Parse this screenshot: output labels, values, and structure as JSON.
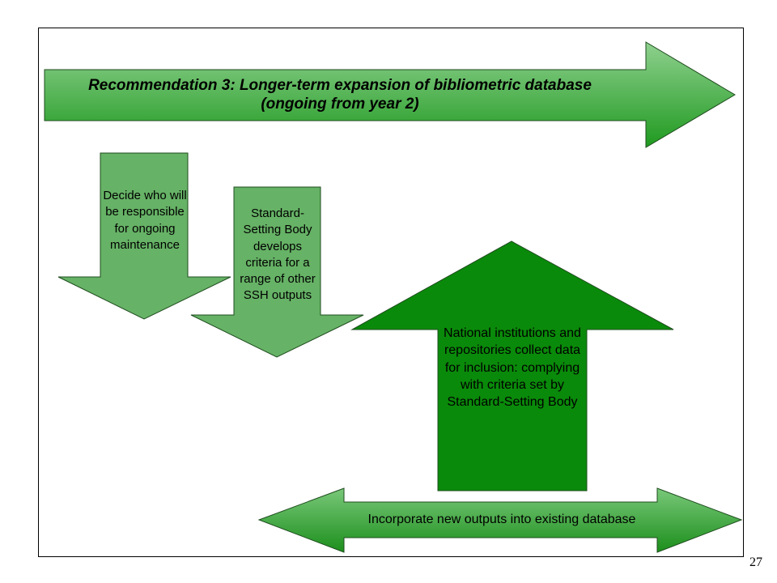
{
  "banner": {
    "line1": "Recommendation 3: Longer-term expansion of bibliometric database",
    "line2": "(ongoing from year 2)"
  },
  "arrows": {
    "decide": "Decide who will be responsible for ongoing maintenance",
    "standard": "Standard-Setting Body develops criteria for a range of other SSH outputs",
    "national": "National institutions and repositories collect data for inclusion: complying with criteria set by Standard-Setting Body",
    "incorporate": "Incorporate new outputs into existing database"
  },
  "page_number": "27",
  "colors": {
    "light_green": "#66b266",
    "dark_green": "#0a8a0a",
    "outline": "#1f4d1f"
  }
}
